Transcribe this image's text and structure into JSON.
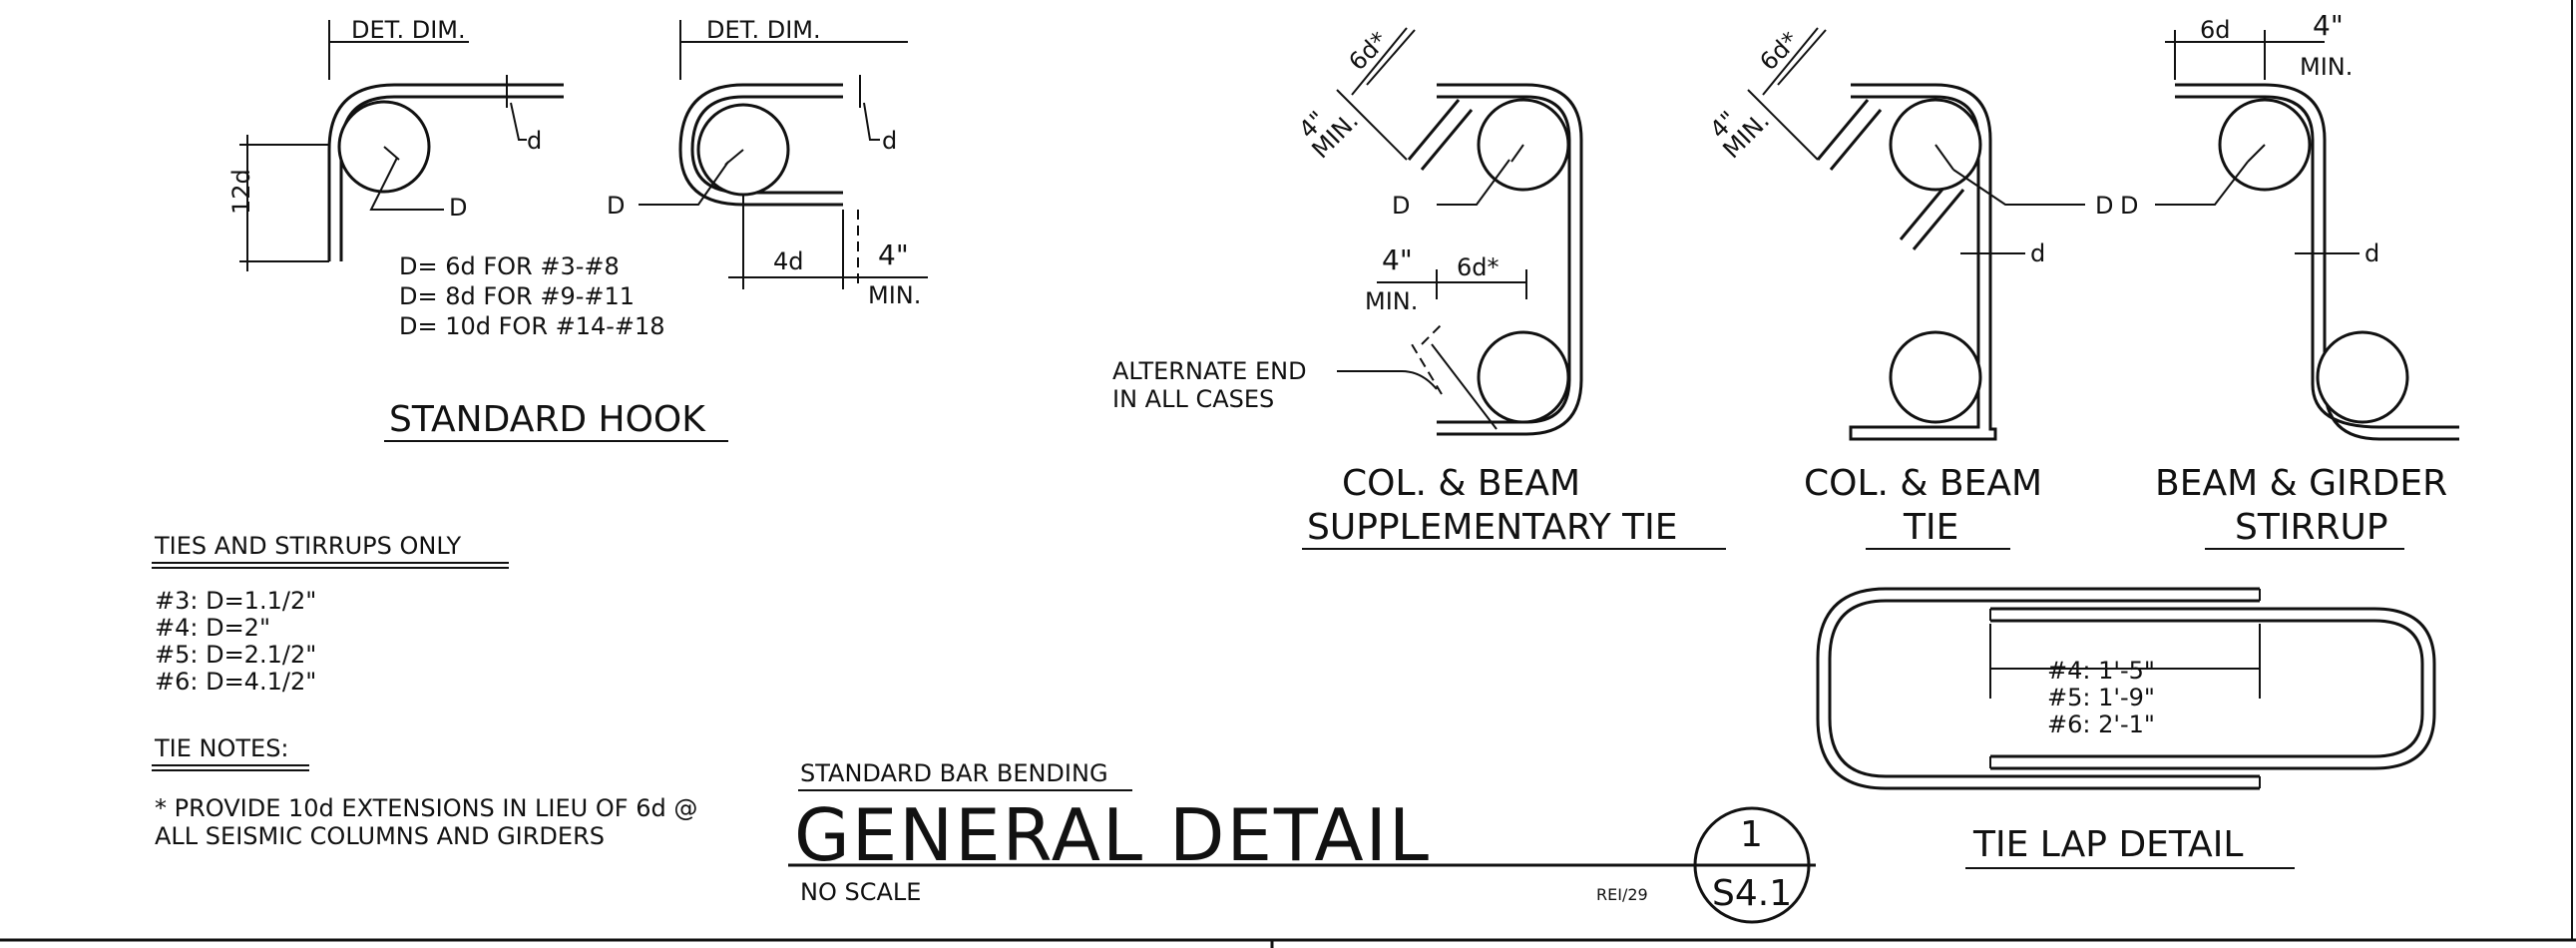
{
  "hook": {
    "det_dim_a": "DET. DIM.",
    "det_dim_b": "DET. DIM.",
    "d_a": "d",
    "d_b": "d",
    "d_label_a": "D",
    "d_label_b": "D",
    "twelve_d": "12d",
    "four_d": "4d",
    "four_in": "4\"",
    "min": "MIN.",
    "formula_lines": [
      "D= 6d FOR #3-#8",
      "D= 8d FOR #9-#11",
      "D= 10d FOR #14-#18"
    ],
    "title": "STANDARD HOOK"
  },
  "ties_stirrups": {
    "title": "TIES AND STIRRUPS ONLY",
    "lines": [
      "#3: D=1.1/2\"",
      "#4: D=2\"",
      "#5: D=2.1/2\"",
      "#6: D=4.1/2\""
    ]
  },
  "tie_notes": {
    "title": "TIE NOTES:",
    "lines": [
      "* PROVIDE 10d EXTENSIONS IN LIEU OF 6d @",
      "ALL SEISMIC COLUMNS AND GIRDERS"
    ]
  },
  "supplementary": {
    "six_d_top": "6d*",
    "four_in_top": "4\"",
    "min_top": "MIN.",
    "d_label": "D",
    "four_in_mid": "4\"",
    "min_mid": "MIN.",
    "six_d_mid": "6d*",
    "alt_end": [
      "ALTERNATE END",
      "IN ALL CASES"
    ],
    "title": [
      "COL. & BEAM",
      "SUPPLEMENTARY TIE"
    ]
  },
  "col_beam_tie": {
    "six_d": "6d*",
    "four_in": "4\"",
    "min": "MIN.",
    "d_label": "D",
    "d": "d",
    "title": [
      "COL. & BEAM",
      "TIE"
    ]
  },
  "beam_girder": {
    "six_d": "6d",
    "four_in": "4\"",
    "min": "MIN.",
    "d_label": "D",
    "d": "d",
    "title": [
      "BEAM & GIRDER",
      "STIRRUP"
    ]
  },
  "tie_lap": {
    "lines": [
      "#4: 1'-5\"",
      "#5: 1'-9\"",
      "#6: 2'-1\""
    ],
    "title": "TIE LAP DETAIL"
  },
  "title_block": {
    "subtitle": "STANDARD BAR BENDING",
    "title": "GENERAL DETAIL",
    "scale": "NO SCALE",
    "ref": "REI/29",
    "detail_number": "1",
    "sheet_number": "S4.1"
  }
}
